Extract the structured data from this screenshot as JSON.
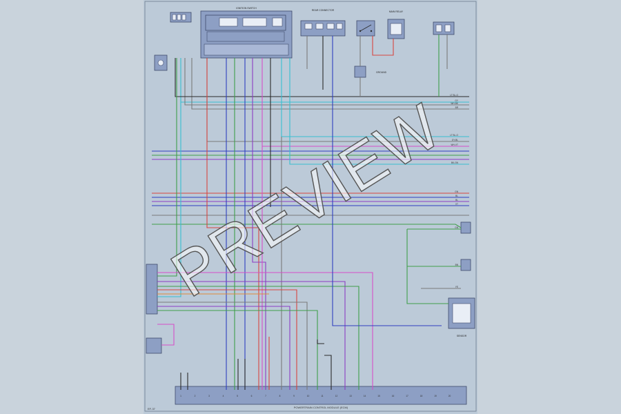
{
  "page": {
    "watermark": "PREVIEW",
    "page_code": "EF-37"
  },
  "colors": {
    "page_bg": "#c9d3dc",
    "sheet_bg": "#bccad8",
    "border": "#6b7b8c",
    "component_fill": "#8d9fc4",
    "component_stroke": "#3e4a6a",
    "black": "#2a2a2a",
    "gray": "#7a7a7a",
    "red": "#d8453f",
    "blue": "#2f3fc0",
    "violet": "#8c3cc4",
    "pink": "#d64fc8",
    "green": "#3f9e4a",
    "lightblue": "#37bfd0",
    "orange": "#e08a3a"
  },
  "components": {
    "ecm": {
      "label": "POWERTRAIN CONTROL MODULE (ECM)"
    },
    "ignition_switch": {
      "label": "IGNITION SWITCH"
    },
    "main_relay": {
      "label": "MAIN RELAY"
    },
    "rear_connector": {
      "label": "REAR CONNECTOR"
    },
    "ground_point": {
      "label": "GROUND"
    },
    "sensor": {
      "label": "SENSOR"
    }
  },
  "wire_groups": [
    {
      "name": "top-harness",
      "labels": [
        "LT BL-G",
        "GY",
        "WH-BK",
        "BR"
      ]
    },
    {
      "name": "mid-harness",
      "labels": [
        "LT BL-O",
        "GY-BL",
        "WH-VT",
        "BK-GN"
      ]
    },
    {
      "name": "lower-harness",
      "labels": [
        "GN",
        "BL",
        "BL",
        "VT"
      ]
    },
    {
      "name": "right-harness",
      "labels": [
        "GN",
        "BN",
        "YE"
      ]
    }
  ],
  "connector_pins": [
    "1",
    "2",
    "3",
    "4",
    "5",
    "6",
    "7",
    "8",
    "9",
    "10",
    "11",
    "12",
    "13",
    "14",
    "15",
    "16",
    "17",
    "18",
    "19",
    "20"
  ]
}
